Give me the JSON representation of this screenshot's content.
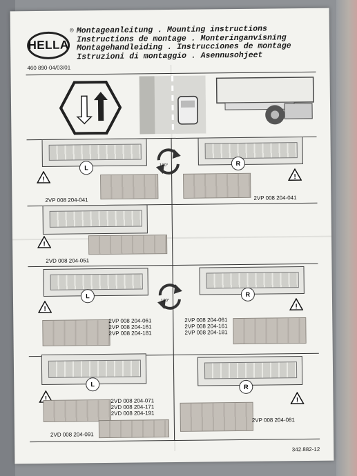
{
  "header": {
    "brand": "HELLA",
    "registered": "®",
    "titles": [
      "Montageanleitung . Mounting instructions",
      "Instructions de montage . Monteringanvisning",
      "Montagehandleiding . Instrucciones de montage",
      "Istruzioni di montaggio . Asennusohjeet"
    ],
    "doc_number": "460 890-04/03/01"
  },
  "sections": {
    "row1": {
      "left_part": "2VP 008 204-041",
      "right_part": "2VP 008 204-041",
      "rotate_label": "180°",
      "left_letter": "L",
      "right_letter": "R"
    },
    "row2": {
      "left_part": "2VD 008 204-051"
    },
    "row3": {
      "left_parts": [
        "2VP 008 204-061",
        "2VP 008 204-161",
        "2VP 008 204-181"
      ],
      "right_parts": [
        "2VP 008 204-061",
        "2VP 008 204-161",
        "2VP 008 204-181"
      ],
      "rotate_label": "180°",
      "left_letter": "L",
      "right_letter": "R"
    },
    "row4": {
      "left_parts": [
        "2VD 008 204-071",
        "2VD 008 204-171",
        "2VD 008 204-191"
      ],
      "bottom_left_part": "2VD 008 204-091",
      "right_part": "2VP 008 204-081",
      "right_letter": "R",
      "left_letter": "L"
    }
  },
  "footer": {
    "code": "342.882-12"
  }
}
